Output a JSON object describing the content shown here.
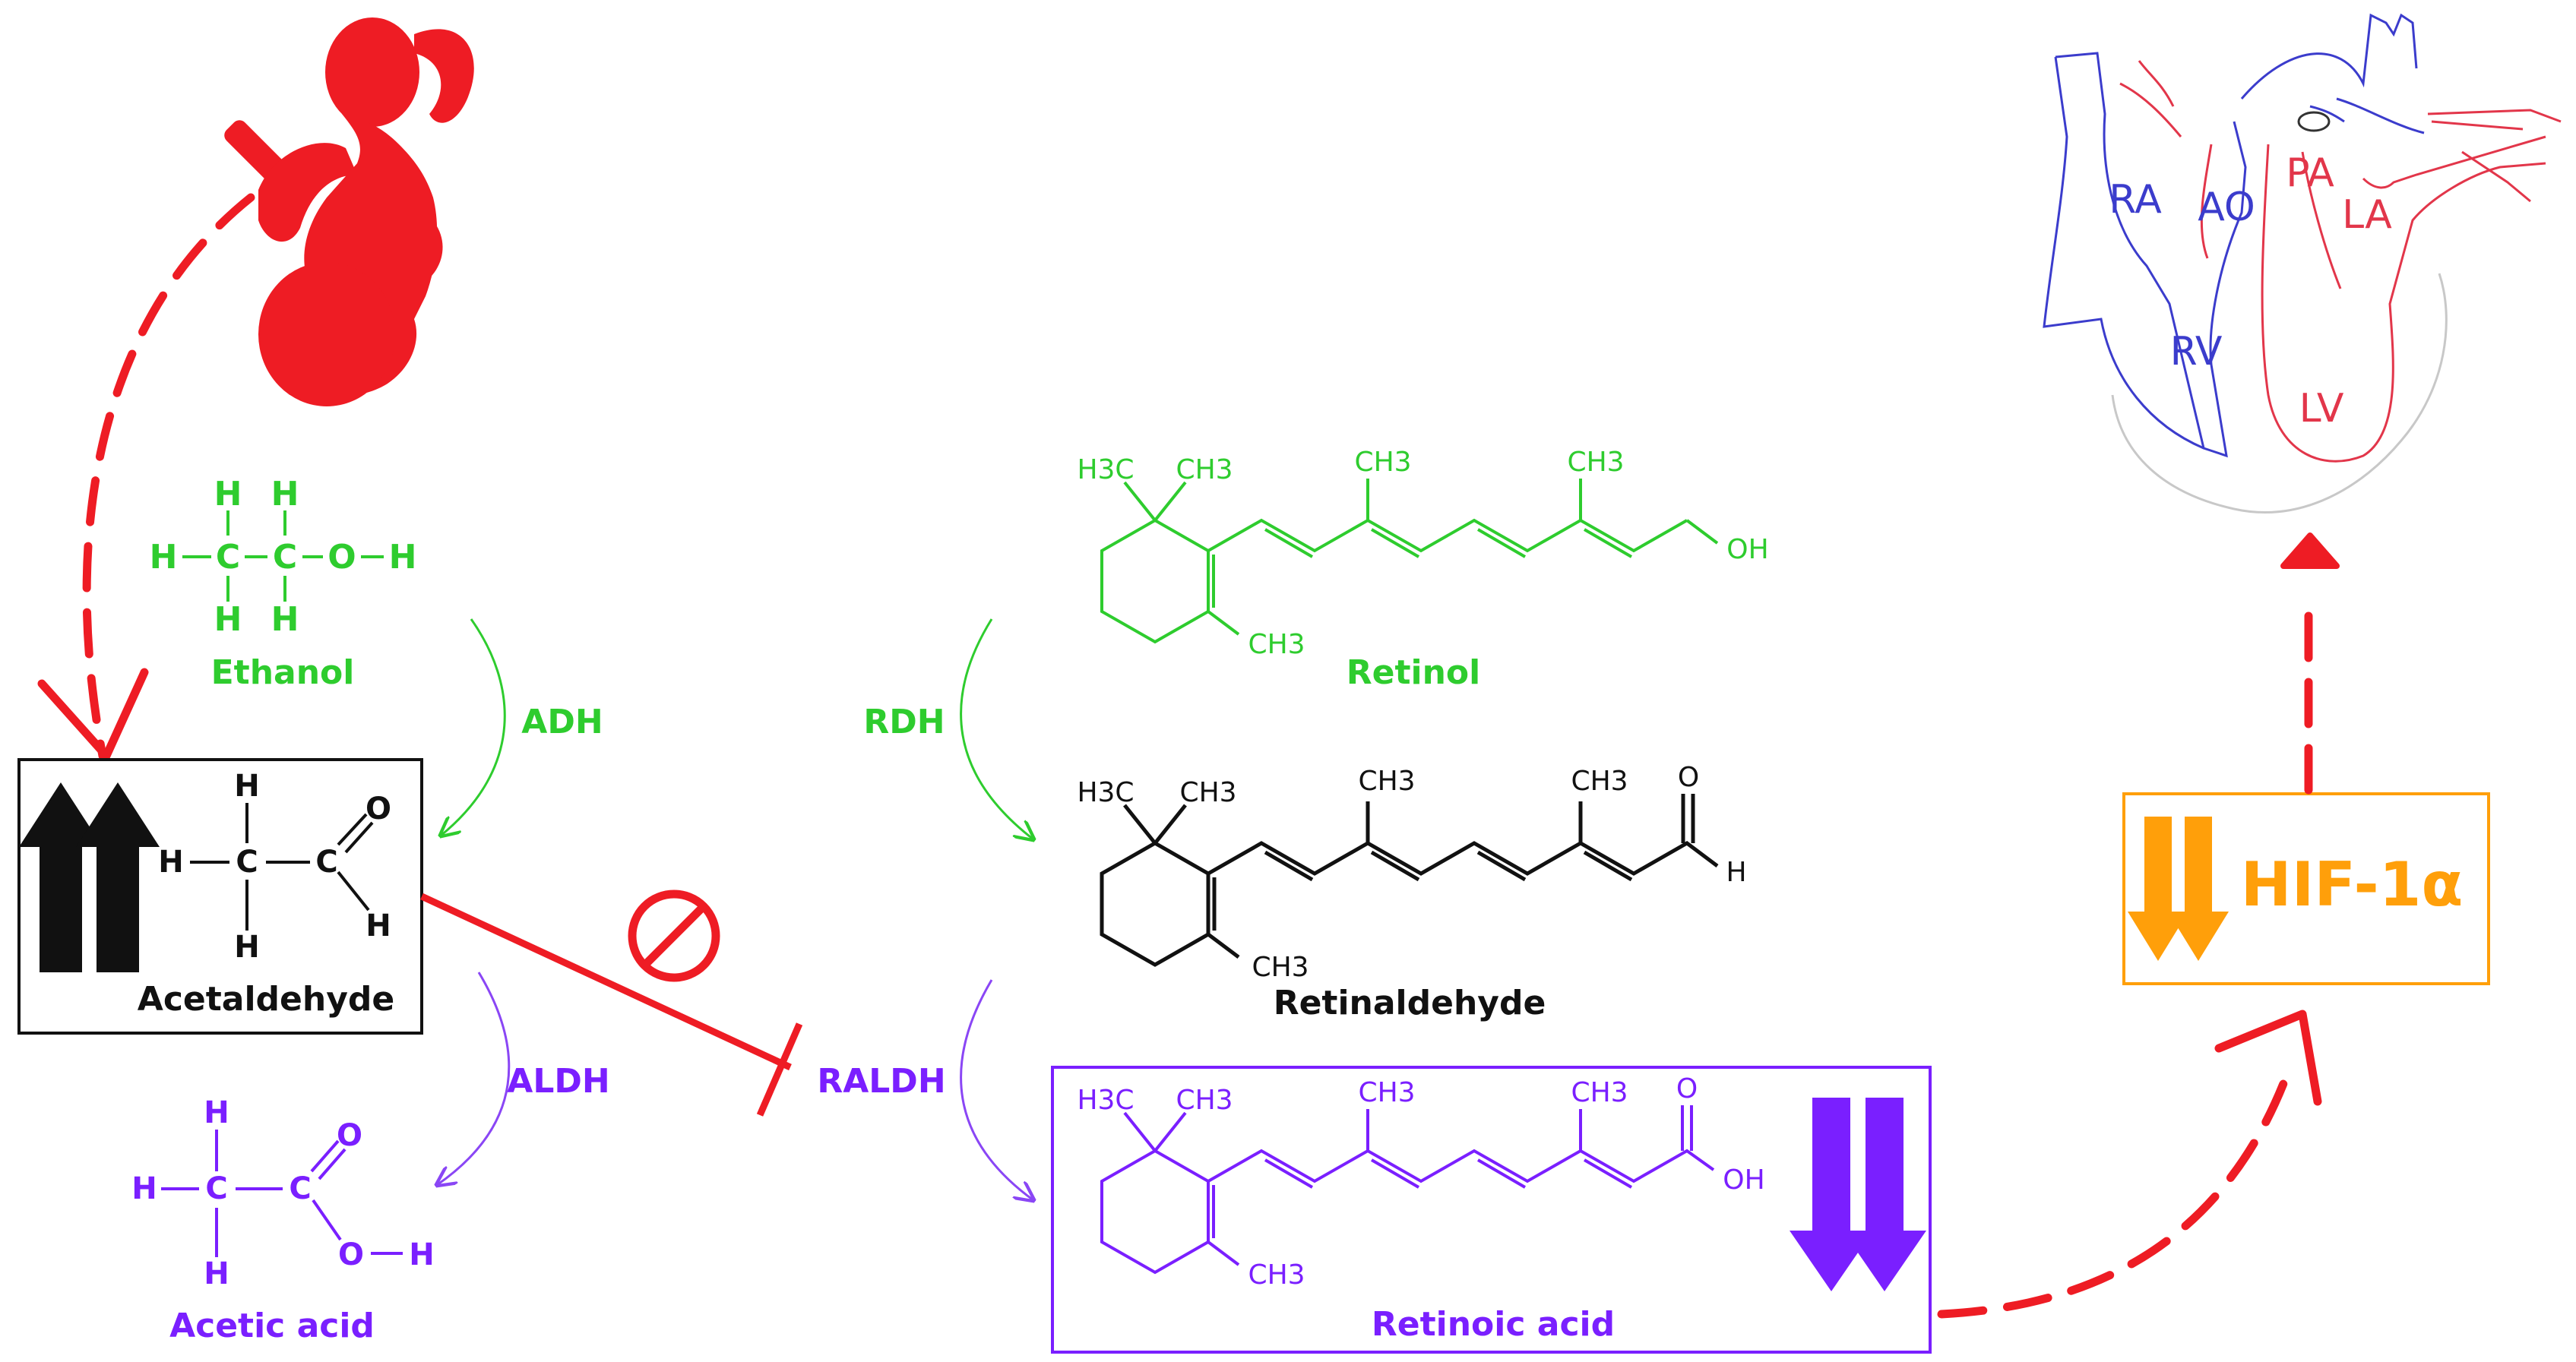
{
  "colors": {
    "green": "#2ecc2e",
    "purple": "#7a1fff",
    "black": "#111111",
    "red": "#ee1c24",
    "orange": "#ff9f0a",
    "heart_blue": "#3b3ccc",
    "heart_red": "#e2364a"
  },
  "ethanol": {
    "name": "Ethanol",
    "atoms": {
      "h": "H",
      "c": "C",
      "o": "O"
    }
  },
  "acetaldehyde": {
    "name": "Acetaldehyde",
    "atoms": {
      "h": "H",
      "c": "C",
      "o": "O"
    },
    "arrow_icon": "double-up-arrow-icon"
  },
  "acetic_acid": {
    "name": "Acetic acid",
    "atoms": {
      "h": "H",
      "c": "C",
      "o": "O"
    }
  },
  "enzymes": {
    "adh": "ADH",
    "aldh": "ALDH",
    "rdh": "RDH",
    "raldh": "RALDH"
  },
  "inhibition_icon": "prohibition-icon",
  "retinol": {
    "name": "Retinol",
    "labels": {
      "gem_left": "H3C",
      "gem_right": "CH3",
      "me1": "CH3",
      "me2": "CH3",
      "ring_me": "CH3",
      "end": "OH"
    }
  },
  "retinaldehyde": {
    "name": "Retinaldehyde",
    "labels": {
      "gem_left": "H3C",
      "gem_right": "CH3",
      "me1": "CH3",
      "me2": "CH3",
      "ring_me": "CH3",
      "o": "O",
      "h": "H"
    }
  },
  "retinoic_acid": {
    "name": "Retinoic acid",
    "labels": {
      "gem_left": "H3C",
      "gem_right": "CH3",
      "me1": "CH3",
      "me2": "CH3",
      "ring_me": "CH3",
      "o": "O",
      "oh": "OH"
    },
    "arrow_icon": "double-down-arrow-icon"
  },
  "hif": {
    "label": "HIF-1α",
    "arrow_icon": "double-down-arrow-icon"
  },
  "heart": {
    "icon": "heart-icon",
    "chambers": {
      "ra": "RA",
      "ao": "AO",
      "pa": "PA",
      "la": "LA",
      "rv": "RV",
      "lv": "LV"
    }
  },
  "pregnant_woman_icon": "pregnant-woman-drinking-icon"
}
